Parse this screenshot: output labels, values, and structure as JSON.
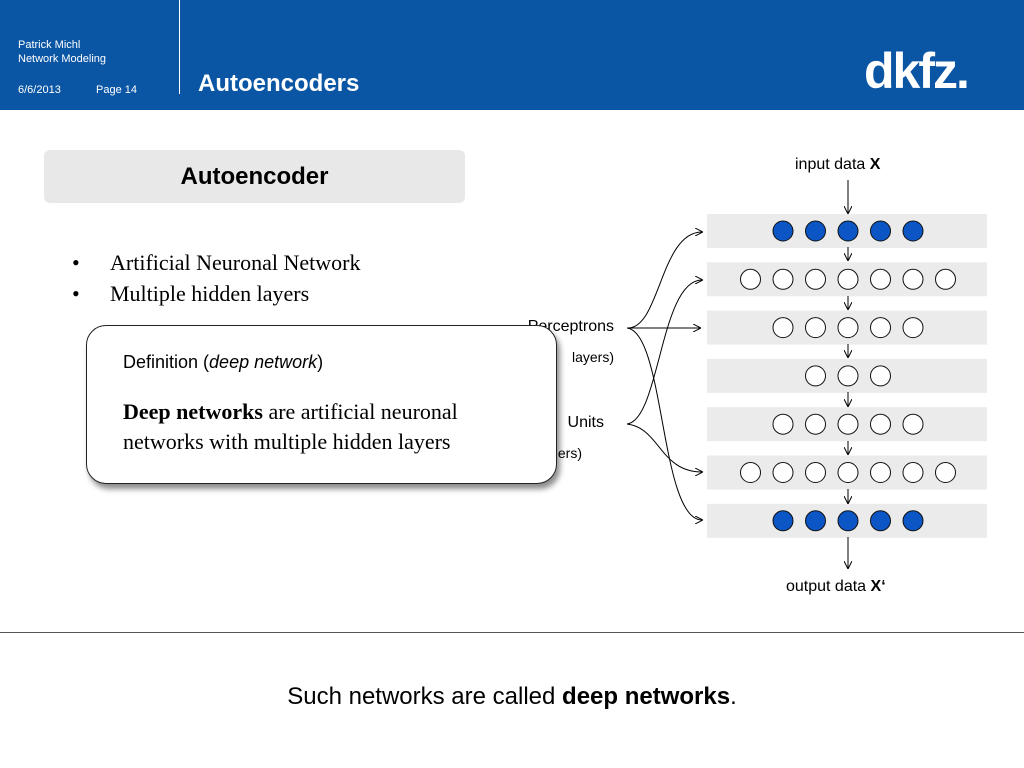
{
  "header": {
    "author": "Patrick Michl",
    "subtitle": "Network Modeling",
    "date": "6/6/2013",
    "page": "Page 14",
    "title": "Autoencoders",
    "logo_text": "dkfz."
  },
  "section": {
    "title": "Autoencoder"
  },
  "bullets": [
    "Artificial Neuronal Network",
    "Multiple hidden layers"
  ],
  "behind_labels": [
    "Perceptrons",
    "layers)",
    "Units",
    "ers)"
  ],
  "callout": {
    "label_prefix": "Definition (",
    "label_italic": "deep network",
    "label_suffix": ")",
    "text_bold": "Deep networks",
    "text_rest": " are artificial neuronal networks with multiple hidden layers"
  },
  "diagram": {
    "input_label": "input data ",
    "input_symbol": "X",
    "output_label": "output data ",
    "output_symbol": "X‘",
    "layers": [
      {
        "units": 5,
        "filled": true
      },
      {
        "units": 7,
        "filled": false
      },
      {
        "units": 5,
        "filled": false
      },
      {
        "units": 3,
        "filled": false
      },
      {
        "units": 5,
        "filled": false
      },
      {
        "units": 7,
        "filled": false
      },
      {
        "units": 5,
        "filled": true
      }
    ]
  },
  "conclusion": {
    "prefix": "Such networks are called ",
    "bold": "deep networks",
    "suffix": "."
  },
  "colors": {
    "header_blue": "#0b56a4",
    "unit_fill": "#0b56c4",
    "layer_bg": "#ebebeb"
  }
}
